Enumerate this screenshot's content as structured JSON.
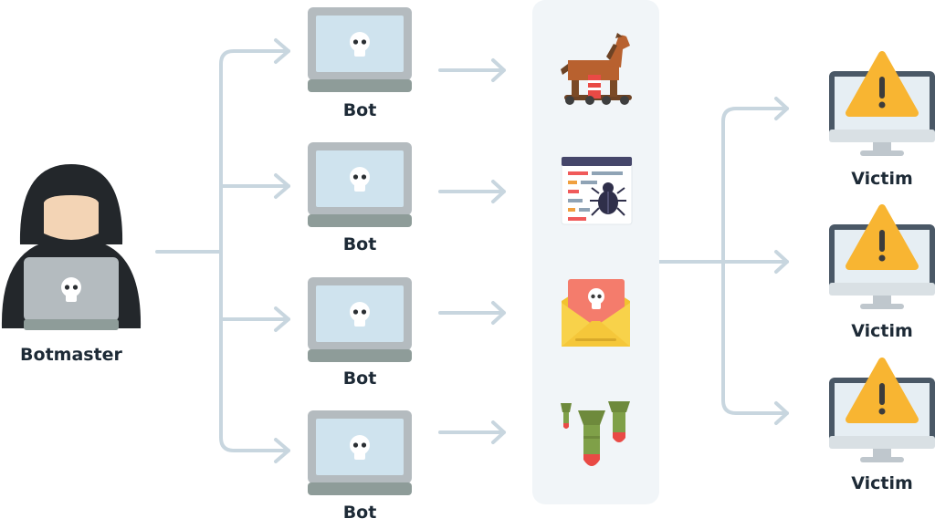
{
  "labels": {
    "botmaster": "Botmaster",
    "bots": [
      "Bot",
      "Bot",
      "Bot",
      "Bot"
    ],
    "victims": [
      "Victim",
      "Victim",
      "Victim"
    ]
  },
  "attack_icons": [
    "trojan-horse-icon",
    "malware-code-bug-icon",
    "phishing-email-icon",
    "bombs-icon"
  ],
  "colors": {
    "connector": "#c8d6df",
    "panel": "#f1f5f8",
    "laptop_frame": "#b4bbbf",
    "laptop_screen": "#cfe3ee",
    "laptop_base": "#8e9c99",
    "hoodie": "#23272b",
    "skin": "#f3d4b5",
    "warning": "#f8b532",
    "monitor_frame": "#4a5866",
    "monitor_stand": "#bfc7cd",
    "text": "#1d2a36"
  }
}
